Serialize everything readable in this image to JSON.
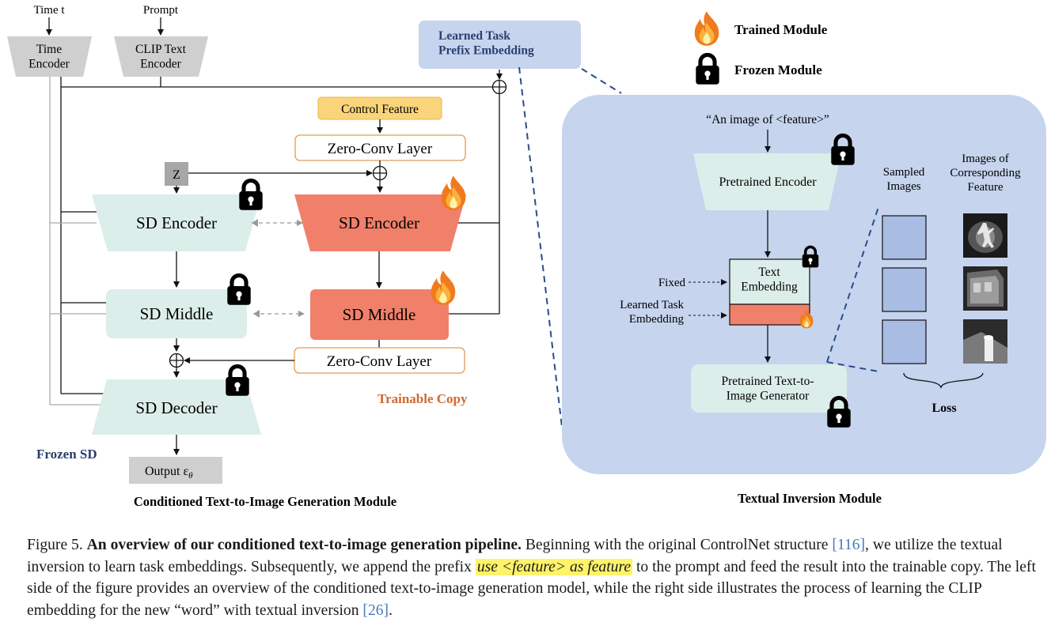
{
  "left": {
    "inputs": {
      "time": "Time t",
      "prompt": "Prompt"
    },
    "time_encoder": "Time\nEncoder",
    "clip_encoder": "CLIP Text\nEncoder",
    "prefix_embedding": "Learned Task\nPrefix Embedding",
    "control_feature": "Control Feature",
    "zero_conv_top": "Zero-Conv Layer",
    "zero_conv_bottom": "Zero-Conv Layer",
    "z": "Z",
    "frozen_encoder": "SD Encoder",
    "frozen_middle": "SD Middle",
    "frozen_decoder": "SD Decoder",
    "trainable_encoder": "SD Encoder",
    "trainable_middle": "SD Middle",
    "trainable_copy_label": "Trainable Copy",
    "frozen_sd_label": "Frozen SD",
    "output": "Output ε",
    "output_sub": "θ",
    "title": "Conditioned Text-to-Image Generation Module"
  },
  "legend": {
    "trained": "Trained Module",
    "frozen": "Frozen Module"
  },
  "right": {
    "prompt_text": "“An image of <feature>”",
    "pretrained_encoder": "Pretrained Encoder",
    "text_embedding": "Text\nEmbedding",
    "fixed": "Fixed",
    "learned_task_embedding": "Learned Task\nEmbedding",
    "generator": "Pretrained Text-to-\nImage Generator",
    "sampled_images": "Sampled\nImages",
    "images_feature": "Images of\nCorresponding\nFeature",
    "loss": "Loss",
    "title": "Textual Inversion Module"
  },
  "caption": {
    "figure": "Figure 5.",
    "bold": "An overview of our conditioned text-to-image generation pipeline.",
    "t1": "Beginning with the original ControlNet structure",
    "ref1": "[116]",
    "t2": ", we utilize the textual inversion to learn task embeddings. Subsequently, we append the prefix",
    "highlight": "use <feature> as feature",
    "t3": "to the prompt and feed the result into the trainable copy. The left side of the figure provides an overview of the conditioned text-to-image generation model, while the right side illustrates the process of learning the CLIP embedding for the new “word” with textual inversion",
    "ref2": "[26]",
    "t4": "."
  },
  "colors": {
    "frozen_fill": "#dceee9",
    "trainable_fill": "#f0806a",
    "control_fill": "#f9d47a",
    "panel_fill": "#c6d4ee",
    "sampled_fill": "#a9bce4",
    "grey_box": "#cfcfcf",
    "frozen_label": "#2b3f6e",
    "trainable_label": "#d06a30"
  }
}
